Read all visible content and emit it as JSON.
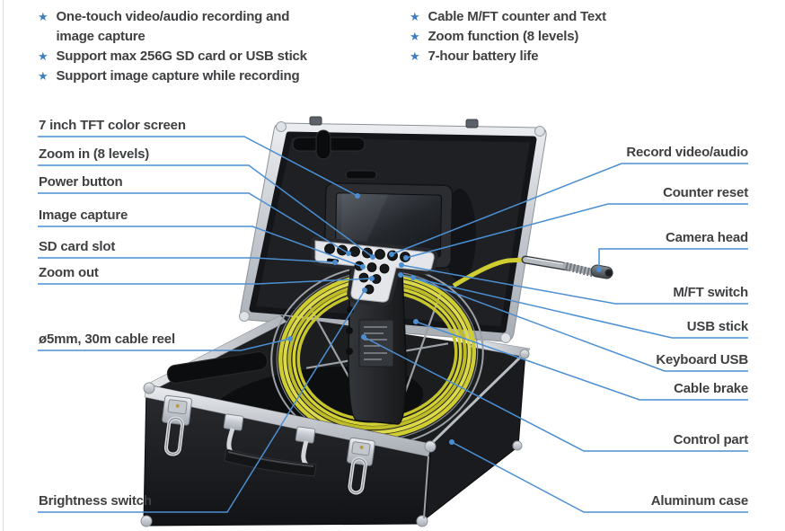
{
  "features": {
    "left": [
      "One-touch video/audio recording and image capture",
      "Support max 256G SD card or USB stick",
      "Support image capture while recording"
    ],
    "right": [
      "Cable M/FT counter and Text",
      "Zoom function (8 levels)",
      "7-hour battery life"
    ]
  },
  "callouts": {
    "left": [
      "7 inch TFT color screen",
      "Zoom in (8 levels)",
      "Power button",
      "Image capture",
      "SD card slot",
      "Zoom out",
      "ø5mm, 30m cable reel",
      "Brightness switch"
    ],
    "right": [
      "Record video/audio",
      "Counter reset",
      "Camera head",
      "M/FT switch",
      "USB stick",
      "Keyboard USB",
      "Cable brake",
      "Control part",
      "Aluminum case"
    ]
  },
  "icons": {
    "bullet_star": "★"
  },
  "colors": {
    "accent_blue": "#3c7dc4",
    "leader_blue": "#4b8fd2",
    "label_text": "#3f4042",
    "cable_yellow": "#d0cd33",
    "aluminum": "#c9ccd1",
    "case_black": "#1a1c1e"
  }
}
